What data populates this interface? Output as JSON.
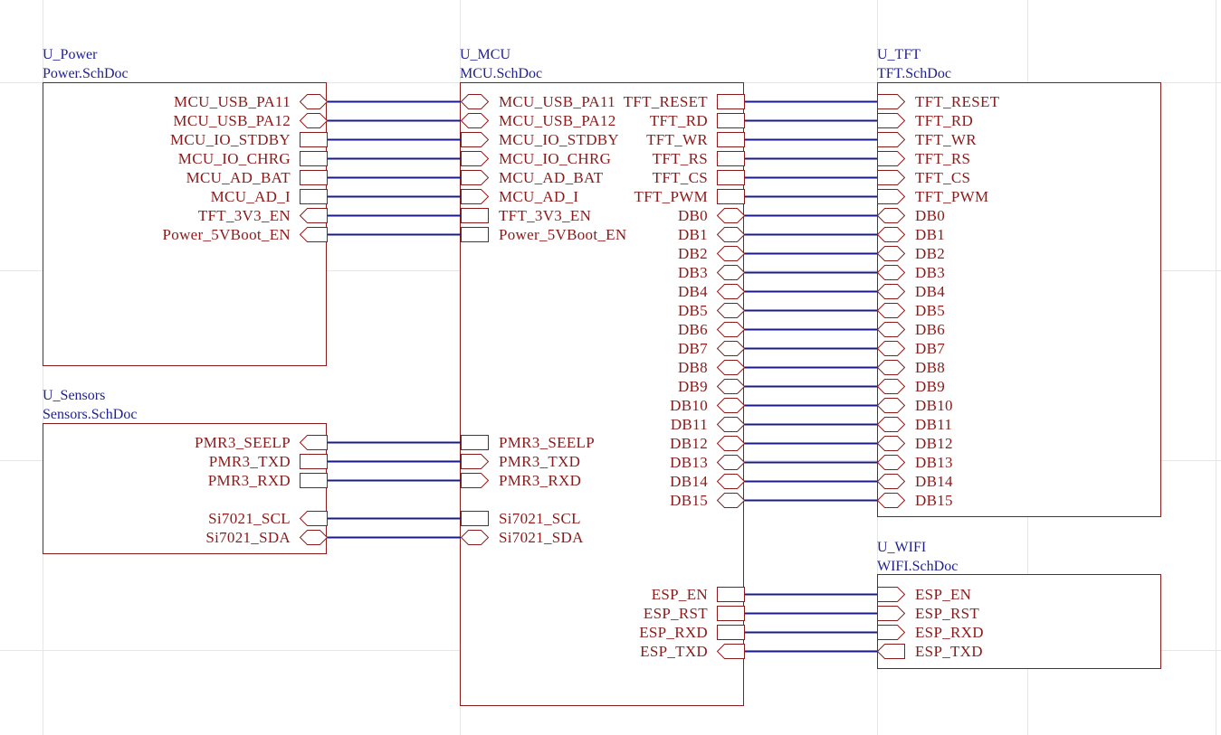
{
  "colors": {
    "background": "#ffffff",
    "grid": "#e6e6e6",
    "sheet_border": "#8b1a1a",
    "entry_text": "#8b1a1a",
    "designator_text": "#1f1f8f",
    "wire": "#1a1a8c"
  },
  "sheets": {
    "power": {
      "designator": "U_Power",
      "filename": "Power.SchDoc",
      "entries": [
        "MCU_USB_PA11",
        "MCU_USB_PA12",
        "MCU_IO_STDBY",
        "MCU_IO_CHRG",
        "MCU_AD_BAT",
        "MCU_AD_I",
        "TFT_3V3_EN",
        "Power_5VBoot_EN"
      ]
    },
    "sensors": {
      "designator": "U_Sensors",
      "filename": "Sensors.SchDoc",
      "entries": [
        "PMR3_SEELP",
        "PMR3_TXD",
        "PMR3_RXD",
        "Si7021_SCL",
        "Si7021_SDA"
      ]
    },
    "mcu": {
      "designator": "U_MCU",
      "filename": "MCU.SchDoc",
      "left_entries": [
        "MCU_USB_PA11",
        "MCU_USB_PA12",
        "MCU_IO_STDBY",
        "MCU_IO_CHRG",
        "MCU_AD_BAT",
        "MCU_AD_I",
        "TFT_3V3_EN",
        "Power_5VBoot_EN",
        "PMR3_SEELP",
        "PMR3_TXD",
        "PMR3_RXD",
        "Si7021_SCL",
        "Si7021_SDA"
      ],
      "right_entries": [
        "TFT_RESET",
        "TFT_RD",
        "TFT_WR",
        "TFT_RS",
        "TFT_CS",
        "TFT_PWM",
        "DB0",
        "DB1",
        "DB2",
        "DB3",
        "DB4",
        "DB5",
        "DB6",
        "DB7",
        "DB8",
        "DB9",
        "DB10",
        "DB11",
        "DB12",
        "DB13",
        "DB14",
        "DB15",
        "ESP_EN",
        "ESP_RST",
        "ESP_RXD",
        "ESP_TXD"
      ]
    },
    "tft": {
      "designator": "U_TFT",
      "filename": "TFT.SchDoc",
      "entries": [
        "TFT_RESET",
        "TFT_RD",
        "TFT_WR",
        "TFT_RS",
        "TFT_CS",
        "TFT_PWM",
        "DB0",
        "DB1",
        "DB2",
        "DB3",
        "DB4",
        "DB5",
        "DB6",
        "DB7",
        "DB8",
        "DB9",
        "DB10",
        "DB11",
        "DB12",
        "DB13",
        "DB14",
        "DB15"
      ]
    },
    "wifi": {
      "designator": "U_WIFI",
      "filename": "WIFI.SchDoc",
      "entries": [
        "ESP_EN",
        "ESP_RST",
        "ESP_RXD",
        "ESP_TXD"
      ]
    }
  }
}
